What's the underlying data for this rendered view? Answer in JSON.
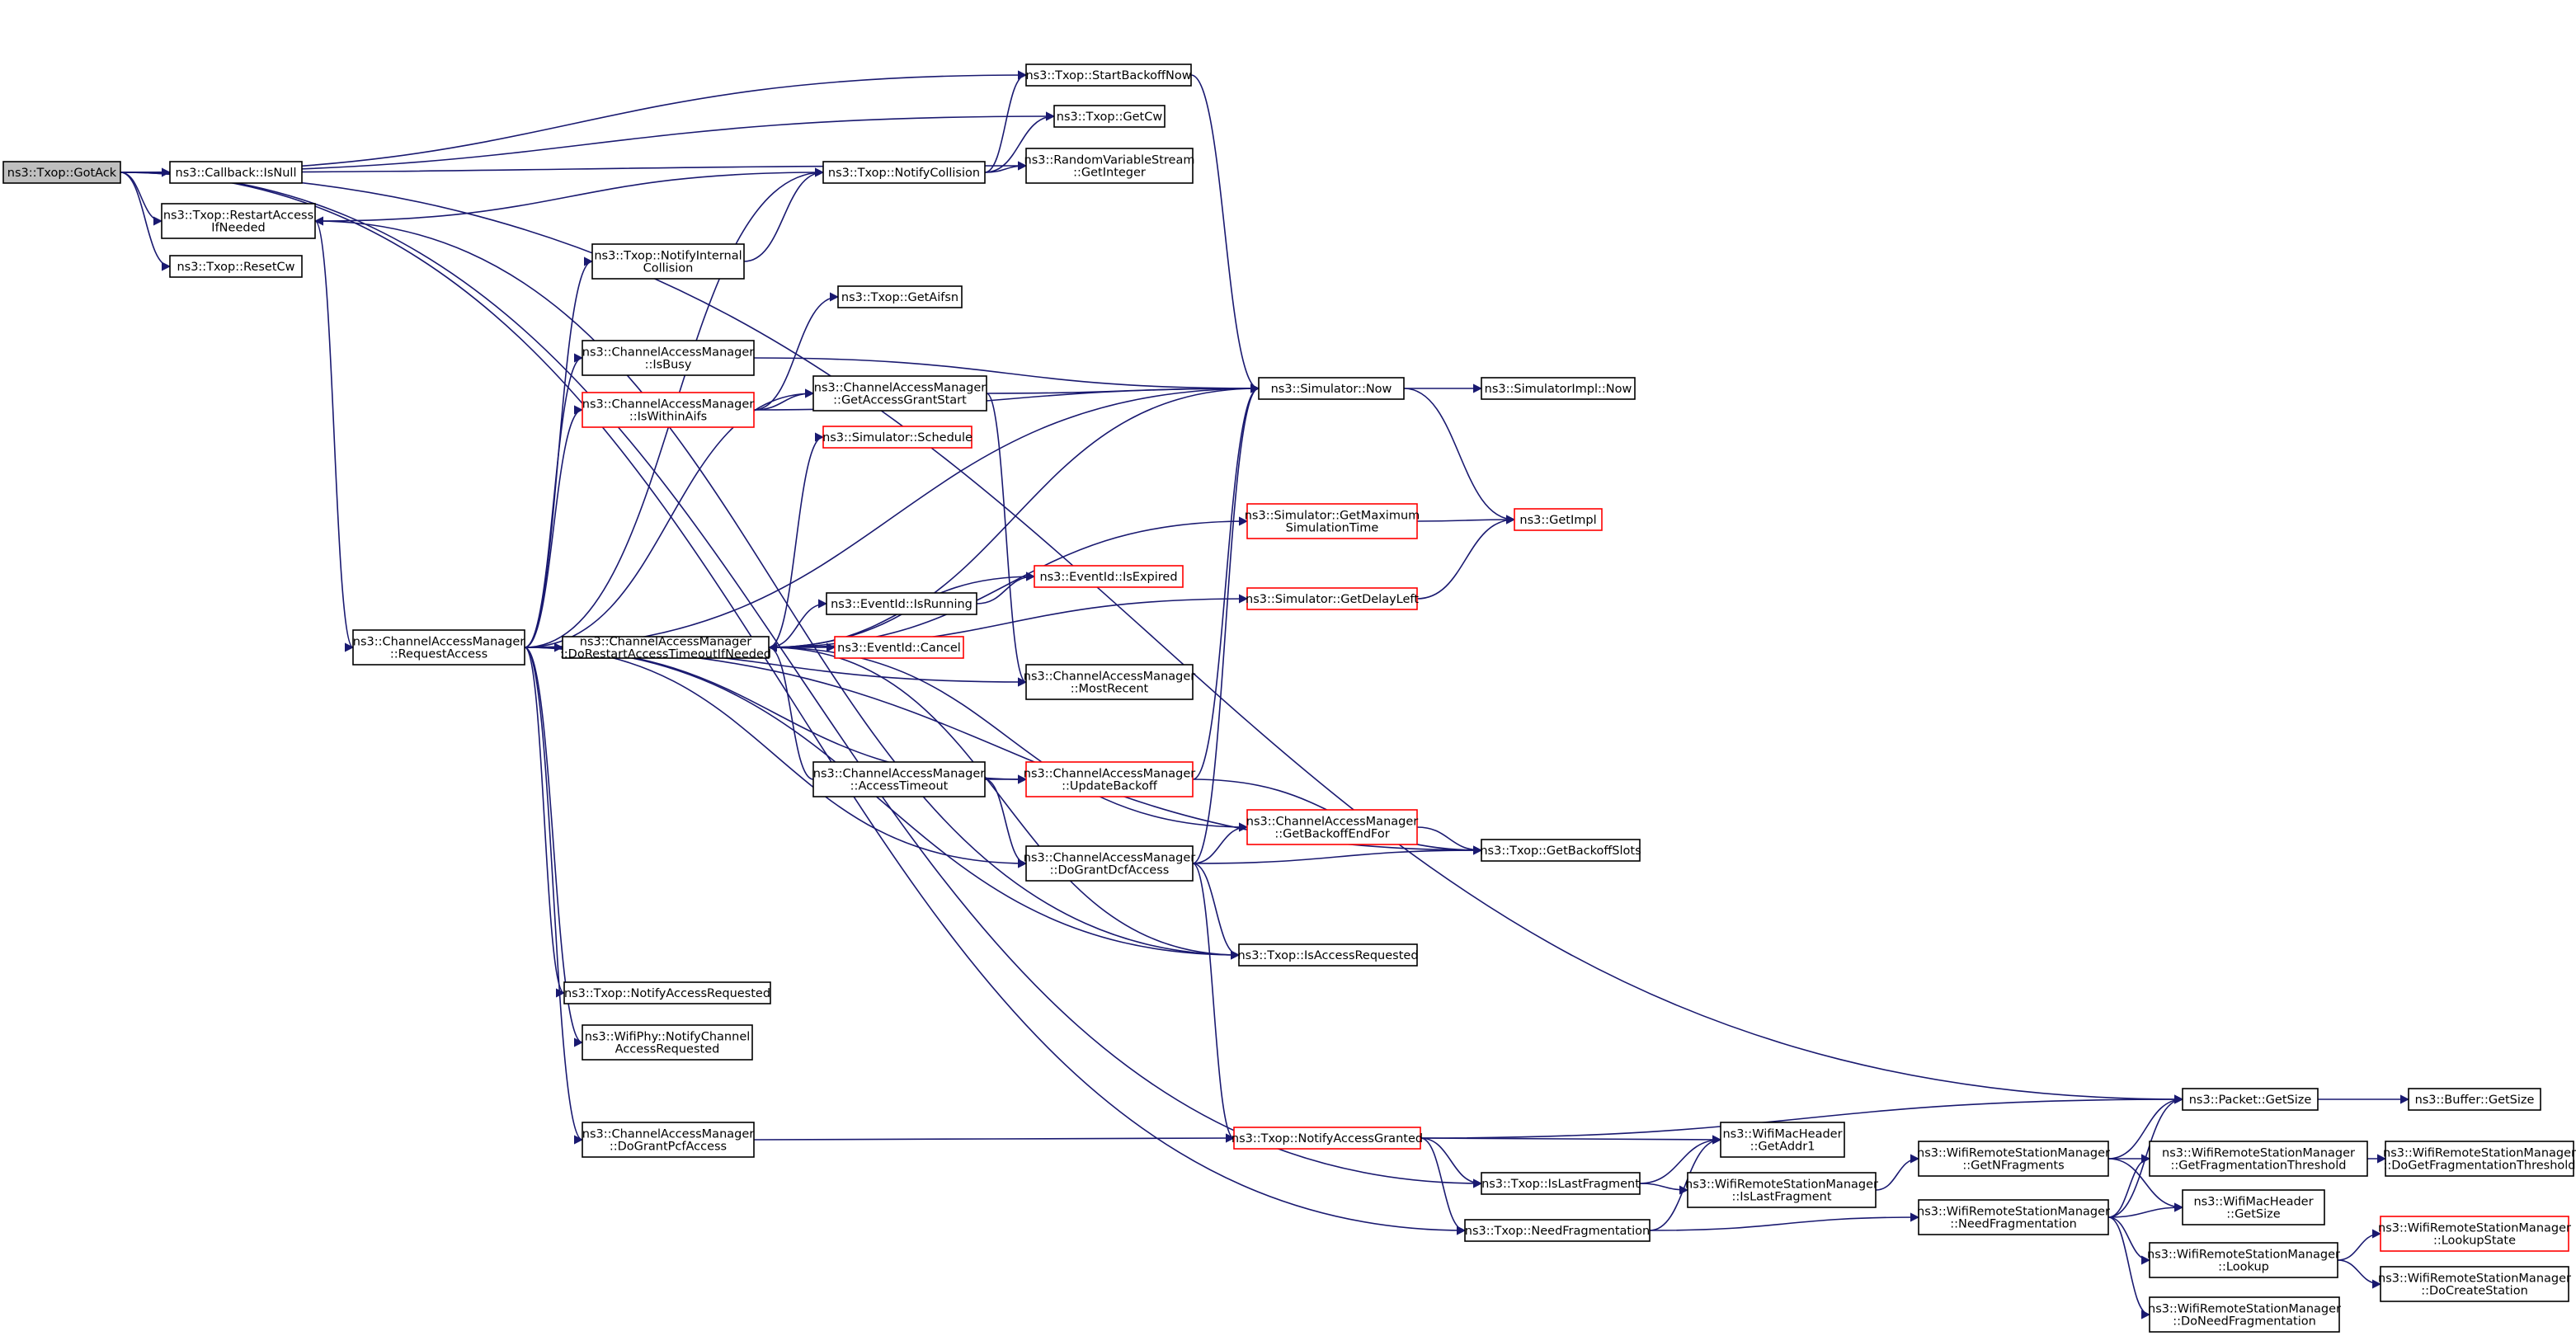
{
  "nodes": [
    {
      "id": "gotack",
      "lines": [
        "ns3::Txop::GotAck"
      ],
      "style": "root",
      "interactable": true
    },
    {
      "id": "isnull",
      "lines": [
        "ns3::Callback::IsNull"
      ],
      "style": "normal",
      "interactable": true
    },
    {
      "id": "restart",
      "lines": [
        "ns3::Txop::RestartAccess",
        "IfNeeded"
      ],
      "style": "normal",
      "interactable": true
    },
    {
      "id": "resetcw",
      "lines": [
        "ns3::Txop::ResetCw"
      ],
      "style": "normal",
      "interactable": true
    },
    {
      "id": "startbackoff",
      "lines": [
        "ns3::Txop::StartBackoffNow"
      ],
      "style": "normal",
      "interactable": true
    },
    {
      "id": "getcw",
      "lines": [
        "ns3::Txop::GetCw"
      ],
      "style": "normal",
      "interactable": true
    },
    {
      "id": "rvsgetint",
      "lines": [
        "ns3::RandomVariableStream",
        "::GetInteger"
      ],
      "style": "normal",
      "interactable": true
    },
    {
      "id": "notifycoll",
      "lines": [
        "ns3::Txop::NotifyCollision"
      ],
      "style": "normal",
      "interactable": true
    },
    {
      "id": "notifyintcoll",
      "lines": [
        "ns3::Txop::NotifyInternal",
        "Collision"
      ],
      "style": "normal",
      "interactable": true
    },
    {
      "id": "getaifsn",
      "lines": [
        "ns3::Txop::GetAifsn"
      ],
      "style": "normal",
      "interactable": true
    },
    {
      "id": "isbusy",
      "lines": [
        "ns3::ChannelAccessManager",
        "::IsBusy"
      ],
      "style": "normal",
      "interactable": true
    },
    {
      "id": "iswithinaifs",
      "lines": [
        "ns3::ChannelAccessManager",
        "::IsWithinAifs"
      ],
      "style": "red",
      "interactable": true
    },
    {
      "id": "getaccessgrant",
      "lines": [
        "ns3::ChannelAccessManager",
        "::GetAccessGrantStart"
      ],
      "style": "normal",
      "interactable": true
    },
    {
      "id": "simnow",
      "lines": [
        "ns3::Simulator::Now"
      ],
      "style": "normal",
      "interactable": true
    },
    {
      "id": "simimplnow",
      "lines": [
        "ns3::SimulatorImpl::Now"
      ],
      "style": "normal",
      "interactable": true
    },
    {
      "id": "schedule",
      "lines": [
        "ns3::Simulator::Schedule"
      ],
      "style": "red",
      "interactable": true
    },
    {
      "id": "getmaxsim",
      "lines": [
        "ns3::Simulator::GetMaximum",
        "SimulationTime"
      ],
      "style": "red",
      "interactable": true
    },
    {
      "id": "getimpl",
      "lines": [
        "ns3::GetImpl"
      ],
      "style": "red",
      "interactable": true
    },
    {
      "id": "isexpired",
      "lines": [
        "ns3::EventId::IsExpired"
      ],
      "style": "red",
      "interactable": true
    },
    {
      "id": "isrunning",
      "lines": [
        "ns3::EventId::IsRunning"
      ],
      "style": "normal",
      "interactable": true
    },
    {
      "id": "getdelayleft",
      "lines": [
        "ns3::Simulator::GetDelayLeft"
      ],
      "style": "red",
      "interactable": true
    },
    {
      "id": "requestaccess",
      "lines": [
        "ns3::ChannelAccessManager",
        "::RequestAccess"
      ],
      "style": "normal",
      "interactable": true
    },
    {
      "id": "dorestart",
      "lines": [
        "ns3::ChannelAccessManager",
        "::DoRestartAccessTimeoutIfNeeded"
      ],
      "style": "normal",
      "interactable": true
    },
    {
      "id": "cancel",
      "lines": [
        "ns3::EventId::Cancel"
      ],
      "style": "red",
      "interactable": true
    },
    {
      "id": "mostrecent",
      "lines": [
        "ns3::ChannelAccessManager",
        "::MostRecent"
      ],
      "style": "normal",
      "interactable": true
    },
    {
      "id": "accesstimeout",
      "lines": [
        "ns3::ChannelAccessManager",
        "::AccessTimeout"
      ],
      "style": "normal",
      "interactable": true
    },
    {
      "id": "updatebackoff",
      "lines": [
        "ns3::ChannelAccessManager",
        "::UpdateBackoff"
      ],
      "style": "red",
      "interactable": true
    },
    {
      "id": "getbackoffend",
      "lines": [
        "ns3::ChannelAccessManager",
        "::GetBackoffEndFor"
      ],
      "style": "red",
      "interactable": true
    },
    {
      "id": "dograntdcf",
      "lines": [
        "ns3::ChannelAccessManager",
        "::DoGrantDcfAccess"
      ],
      "style": "normal",
      "interactable": true
    },
    {
      "id": "getbackoffslots",
      "lines": [
        "ns3::Txop::GetBackoffSlots"
      ],
      "style": "normal",
      "interactable": true
    },
    {
      "id": "isaccessreq",
      "lines": [
        "ns3::Txop::IsAccessRequested"
      ],
      "style": "normal",
      "interactable": true
    },
    {
      "id": "notifyaccessreq",
      "lines": [
        "ns3::Txop::NotifyAccessRequested"
      ],
      "style": "normal",
      "interactable": true
    },
    {
      "id": "phynotify",
      "lines": [
        "ns3::WifiPhy::NotifyChannel",
        "AccessRequested"
      ],
      "style": "normal",
      "interactable": true
    },
    {
      "id": "dograntpcf",
      "lines": [
        "ns3::ChannelAccessManager",
        "::DoGrantPcfAccess"
      ],
      "style": "normal",
      "interactable": true
    },
    {
      "id": "notifygranted",
      "lines": [
        "ns3::Txop::NotifyAccessGranted"
      ],
      "style": "red",
      "interactable": true
    },
    {
      "id": "packetgetsize",
      "lines": [
        "ns3::Packet::GetSize"
      ],
      "style": "normal",
      "interactable": true
    },
    {
      "id": "buffergetsize",
      "lines": [
        "ns3::Buffer::GetSize"
      ],
      "style": "normal",
      "interactable": true
    },
    {
      "id": "getaddr1",
      "lines": [
        "ns3::WifiMacHeader",
        "::GetAddr1"
      ],
      "style": "normal",
      "interactable": true
    },
    {
      "id": "islastfrag",
      "lines": [
        "ns3::Txop::IsLastFragment"
      ],
      "style": "normal",
      "interactable": true
    },
    {
      "id": "needfrag",
      "lines": [
        "ns3::Txop::NeedFragmentation"
      ],
      "style": "normal",
      "interactable": true
    },
    {
      "id": "wrsmislastfrag",
      "lines": [
        "ns3::WifiRemoteStationManager",
        "::IsLastFragment"
      ],
      "style": "normal",
      "interactable": true
    },
    {
      "id": "wrsmgetnfrag",
      "lines": [
        "ns3::WifiRemoteStationManager",
        "::GetNFragments"
      ],
      "style": "normal",
      "interactable": true
    },
    {
      "id": "wrsmneedfrag",
      "lines": [
        "ns3::WifiRemoteStationManager",
        "::NeedFragmentation"
      ],
      "style": "normal",
      "interactable": true
    },
    {
      "id": "wrsmgetfragthr",
      "lines": [
        "ns3::WifiRemoteStationManager",
        "::GetFragmentationThreshold"
      ],
      "style": "normal",
      "interactable": true
    },
    {
      "id": "wrsmdogetfragthr",
      "lines": [
        "ns3::WifiRemoteStationManager",
        "::DoGetFragmentationThreshold"
      ],
      "style": "normal",
      "interactable": true
    },
    {
      "id": "machdrgetsize",
      "lines": [
        "ns3::WifiMacHeader",
        "::GetSize"
      ],
      "style": "normal",
      "interactable": true
    },
    {
      "id": "wrsmlookup",
      "lines": [
        "ns3::WifiRemoteStationManager",
        "::Lookup"
      ],
      "style": "normal",
      "interactable": true
    },
    {
      "id": "wrsmlookupstate",
      "lines": [
        "ns3::WifiRemoteStationManager",
        "::LookupState"
      ],
      "style": "red",
      "interactable": true
    },
    {
      "id": "wrsmdocreate",
      "lines": [
        "ns3::WifiRemoteStationManager",
        "::DoCreateStation"
      ],
      "style": "normal",
      "interactable": true
    },
    {
      "id": "wrsmdoneedfrag",
      "lines": [
        "ns3::WifiRemoteStationManager",
        "::DoNeedFragmentation"
      ],
      "style": "normal",
      "interactable": true
    }
  ],
  "edges": [
    [
      "gotack",
      "isnull"
    ],
    [
      "gotack",
      "restart"
    ],
    [
      "gotack",
      "resetcw"
    ],
    [
      "gotack",
      "startbackoff"
    ],
    [
      "gotack",
      "getcw"
    ],
    [
      "gotack",
      "rvsgetint"
    ],
    [
      "gotack",
      "packetgetsize"
    ],
    [
      "gotack",
      "islastfrag"
    ],
    [
      "gotack",
      "needfrag"
    ],
    [
      "restart",
      "requestaccess"
    ],
    [
      "restart",
      "isaccessreq"
    ],
    [
      "startbackoff",
      "simnow"
    ],
    [
      "notifycoll",
      "restart"
    ],
    [
      "notifycoll",
      "startbackoff"
    ],
    [
      "notifycoll",
      "getcw"
    ],
    [
      "notifycoll",
      "rvsgetint"
    ],
    [
      "notifyintcoll",
      "notifycoll"
    ],
    [
      "isbusy",
      "simnow"
    ],
    [
      "iswithinaifs",
      "getaifsn"
    ],
    [
      "iswithinaifs",
      "getaccessgrant"
    ],
    [
      "iswithinaifs",
      "simnow"
    ],
    [
      "getaccessgrant",
      "simnow"
    ],
    [
      "getaccessgrant",
      "mostrecent"
    ],
    [
      "simnow",
      "simimplnow"
    ],
    [
      "simnow",
      "getimpl"
    ],
    [
      "getmaxsim",
      "getimpl"
    ],
    [
      "getdelayleft",
      "getimpl"
    ],
    [
      "isrunning",
      "isexpired"
    ],
    [
      "requestaccess",
      "notifycoll"
    ],
    [
      "requestaccess",
      "notifyintcoll"
    ],
    [
      "requestaccess",
      "isbusy"
    ],
    [
      "requestaccess",
      "iswithinaifs"
    ],
    [
      "requestaccess",
      "getaccessgrant"
    ],
    [
      "requestaccess",
      "simnow"
    ],
    [
      "requestaccess",
      "dorestart"
    ],
    [
      "requestaccess",
      "mostrecent"
    ],
    [
      "requestaccess",
      "updatebackoff"
    ],
    [
      "requestaccess",
      "dograntdcf"
    ],
    [
      "requestaccess",
      "isaccessreq"
    ],
    [
      "requestaccess",
      "notifyaccessreq"
    ],
    [
      "requestaccess",
      "phynotify"
    ],
    [
      "requestaccess",
      "dograntpcf"
    ],
    [
      "requestaccess",
      "getbackoffslots"
    ],
    [
      "dorestart",
      "schedule"
    ],
    [
      "dorestart",
      "getmaxsim"
    ],
    [
      "dorestart",
      "isexpired"
    ],
    [
      "dorestart",
      "isrunning"
    ],
    [
      "dorestart",
      "cancel"
    ],
    [
      "dorestart",
      "getdelayleft"
    ],
    [
      "dorestart",
      "getbackoffend"
    ],
    [
      "dorestart",
      "isaccessreq"
    ],
    [
      "dorestart",
      "simnow"
    ],
    [
      "accesstimeout",
      "dorestart"
    ],
    [
      "accesstimeout",
      "updatebackoff"
    ],
    [
      "accesstimeout",
      "dograntdcf"
    ],
    [
      "updatebackoff",
      "simnow"
    ],
    [
      "updatebackoff",
      "getbackoffslots"
    ],
    [
      "getbackoffend",
      "getbackoffslots"
    ],
    [
      "dograntdcf",
      "simnow"
    ],
    [
      "dograntdcf",
      "getbackoffend"
    ],
    [
      "dograntdcf",
      "getbackoffslots"
    ],
    [
      "dograntdcf",
      "isaccessreq"
    ],
    [
      "dograntdcf",
      "notifygranted"
    ],
    [
      "dograntpcf",
      "notifygranted"
    ],
    [
      "notifygranted",
      "packetgetsize"
    ],
    [
      "notifygranted",
      "getaddr1"
    ],
    [
      "notifygranted",
      "islastfrag"
    ],
    [
      "notifygranted",
      "needfrag"
    ],
    [
      "islastfrag",
      "getaddr1"
    ],
    [
      "islastfrag",
      "wrsmislastfrag"
    ],
    [
      "needfrag",
      "getaddr1"
    ],
    [
      "needfrag",
      "wrsmneedfrag"
    ],
    [
      "wrsmislastfrag",
      "wrsmgetnfrag"
    ],
    [
      "wrsmgetnfrag",
      "packetgetsize"
    ],
    [
      "wrsmgetnfrag",
      "wrsmgetfragthr"
    ],
    [
      "wrsmgetnfrag",
      "machdrgetsize"
    ],
    [
      "wrsmneedfrag",
      "packetgetsize"
    ],
    [
      "wrsmneedfrag",
      "wrsmgetfragthr"
    ],
    [
      "wrsmneedfrag",
      "machdrgetsize"
    ],
    [
      "wrsmneedfrag",
      "wrsmlookup"
    ],
    [
      "wrsmneedfrag",
      "wrsmdoneedfrag"
    ],
    [
      "wrsmgetfragthr",
      "wrsmdogetfragthr"
    ],
    [
      "wrsmlookup",
      "wrsmlookupstate"
    ],
    [
      "wrsmlookup",
      "wrsmdocreate"
    ],
    [
      "packetgetsize",
      "buffergetsize"
    ]
  ],
  "colors": {
    "edge": "#191970",
    "node_border": "#000000",
    "node_border_missing": "#ff0000",
    "root_fill": "#bfbfbf",
    "background": "#ffffff"
  }
}
